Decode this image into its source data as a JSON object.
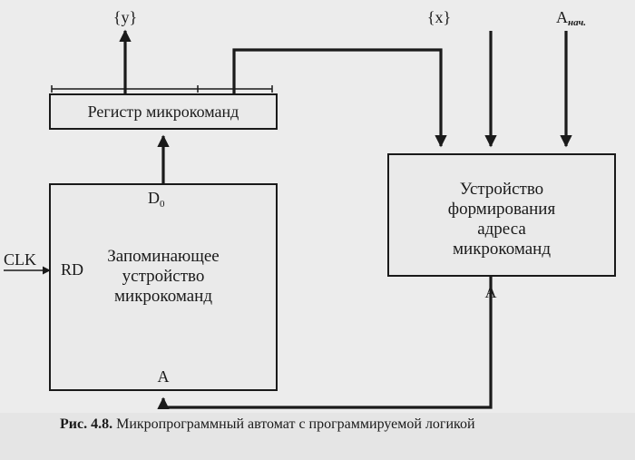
{
  "signals": {
    "y_output": "{y}",
    "x_input": "{x}",
    "a_start": "A",
    "a_start_sub": "нач.",
    "clk": "CLK"
  },
  "register": {
    "label": "Регистр микрокоманд"
  },
  "memory": {
    "output_label": "D",
    "output_sub": "0",
    "read_label": "RD",
    "address_label": "A",
    "lines": [
      "Запоминающее",
      "устройство",
      "микрокоманд"
    ]
  },
  "address_unit": {
    "address_label": "A",
    "lines": [
      "Устройство",
      "формирования",
      "адреса",
      "микрокоманд"
    ]
  },
  "caption": {
    "figure": "Рис. 4.8.",
    "text": " Микропрограммный автомат с программируемой логикой"
  }
}
